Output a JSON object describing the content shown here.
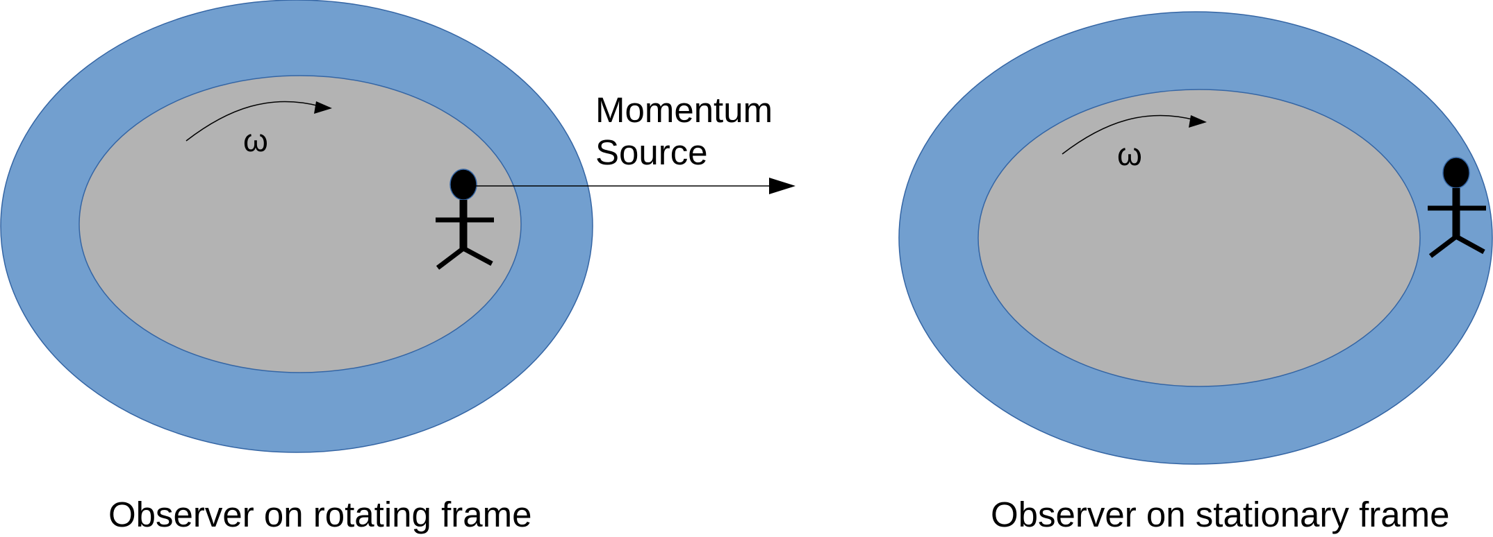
{
  "left_panel": {
    "omega_label": "ω",
    "caption": "Observer on rotating frame"
  },
  "momentum_source": {
    "line1": "Momentum",
    "line2": "Source"
  },
  "right_panel": {
    "omega_label": "ω",
    "caption": "Observer on stationary frame"
  },
  "colors": {
    "outer_ring": "#729fcf",
    "inner_disk": "#b3b3b3",
    "stroke": "#3465a4",
    "ink": "#000000"
  }
}
